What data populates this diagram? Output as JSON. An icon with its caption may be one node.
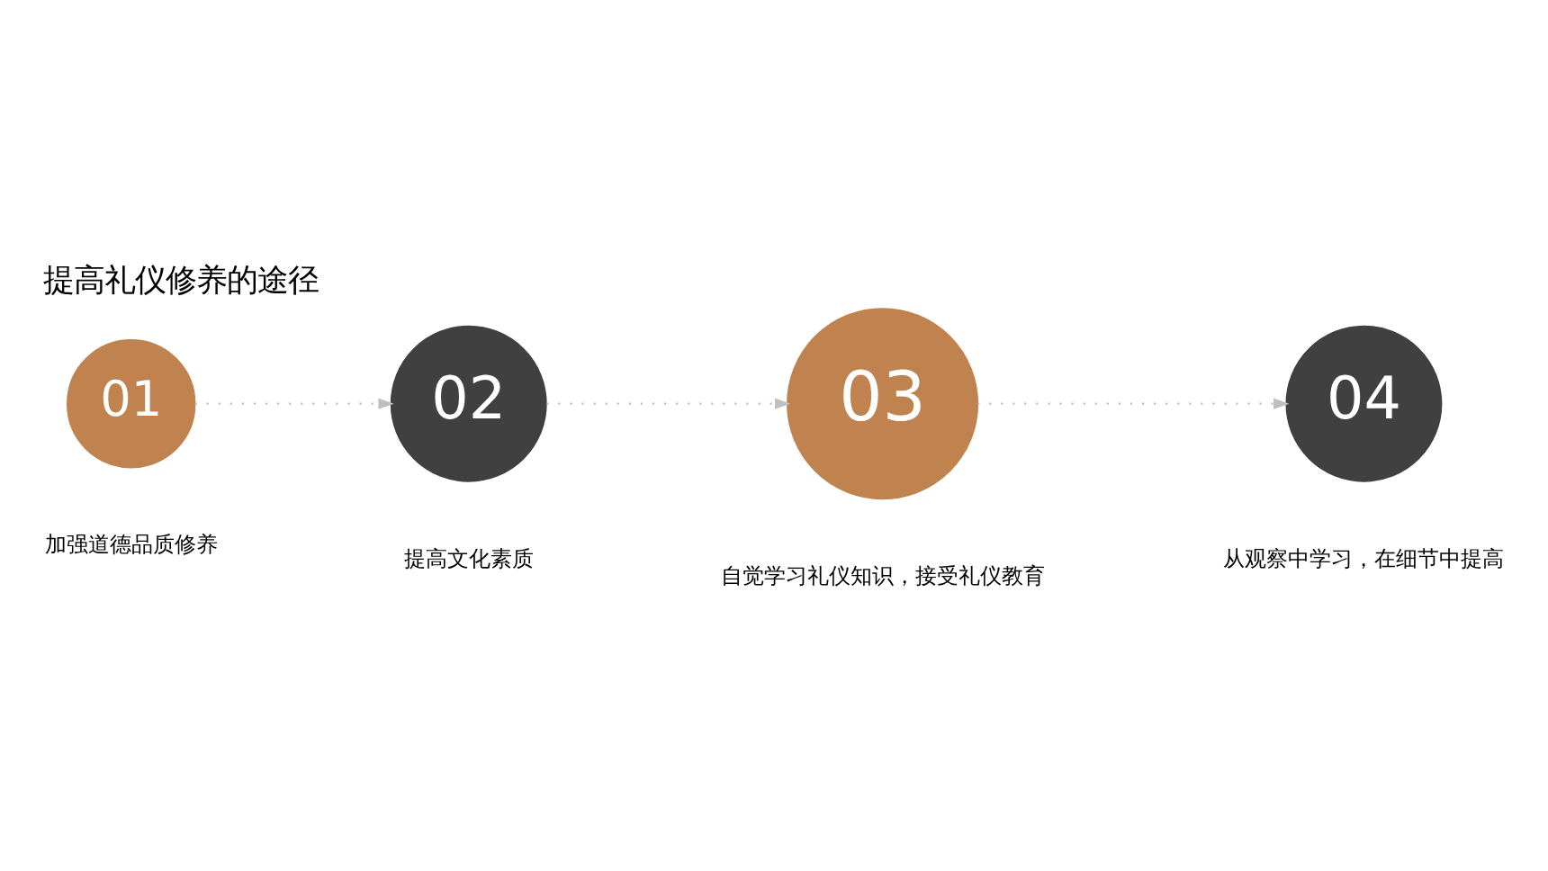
{
  "diagram": {
    "title": "提高礼仪修养的途径",
    "nodes": [
      {
        "text": [
          "01"
        ],
        "beside": [
          "加强道德品质修养"
        ]
      },
      {
        "text": [
          "02"
        ],
        "beside": [
          "提高文化素质"
        ]
      },
      {
        "text": [
          "03"
        ],
        "beside": [
          "自觉学习礼仪知识，接受礼仪教育"
        ]
      },
      {
        "text": [
          "04"
        ],
        "beside": [
          "从观察中学习，在细节中提高"
        ]
      }
    ],
    "edges": [
      {
        "from": 0,
        "to": 1,
        "arrow": "to",
        "style": "dashed"
      },
      {
        "from": 1,
        "to": 2,
        "arrow": "to",
        "style": "dashed"
      },
      {
        "from": 2,
        "to": 3,
        "arrow": "to",
        "style": "dashed"
      }
    ]
  }
}
